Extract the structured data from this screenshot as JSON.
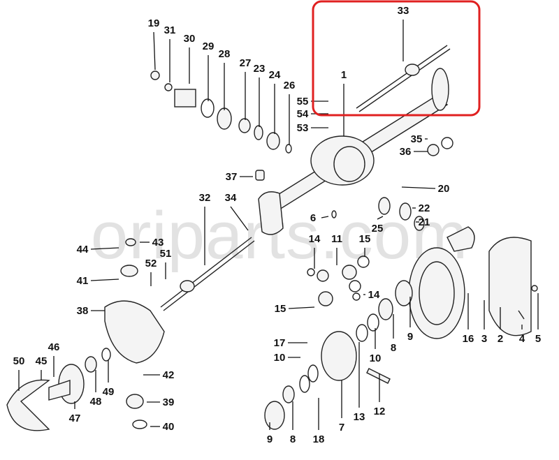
{
  "watermark": "oriparts.com",
  "highlight_color": "#e02020",
  "highlighted_part": "33",
  "labels": [
    "19",
    "31",
    "30",
    "29",
    "28",
    "27",
    "23",
    "24",
    "26",
    "55",
    "54",
    "53",
    "33",
    "1",
    "35",
    "36",
    "37",
    "20",
    "32",
    "34",
    "22",
    "6",
    "21",
    "25",
    "44",
    "43",
    "14",
    "11",
    "15",
    "51",
    "52",
    "41",
    "14",
    "15",
    "38",
    "9",
    "16",
    "3",
    "2",
    "4",
    "5",
    "17",
    "46",
    "10",
    "10",
    "45",
    "50",
    "42",
    "39",
    "49",
    "48",
    "47",
    "13",
    "12",
    "7",
    "40",
    "9",
    "8",
    "18",
    "8"
  ]
}
